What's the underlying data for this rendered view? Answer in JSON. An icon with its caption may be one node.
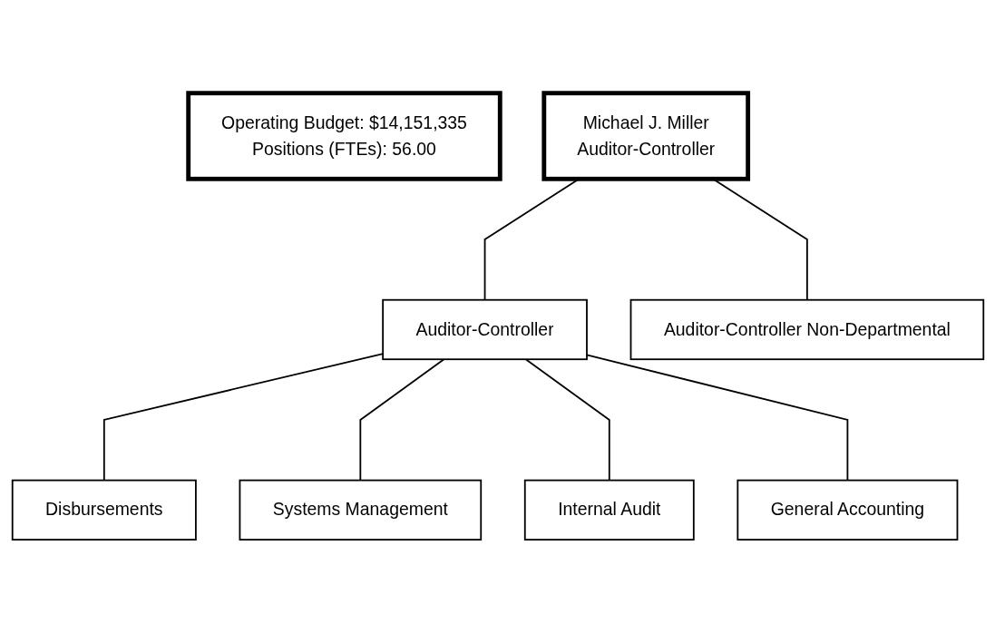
{
  "diagram": {
    "nodes": [
      {
        "text": [
          "Operating Budget: $14,151,335",
          "Positions (FTEs): 56.00"
        ]
      },
      {
        "text": [
          "Michael J. Miller",
          "Auditor-Controller"
        ]
      },
      {
        "text": [
          "Auditor-Controller"
        ]
      },
      {
        "text": [
          "Auditor-Controller Non-Departmental"
        ]
      },
      {
        "text": [
          "Disbursements"
        ]
      },
      {
        "text": [
          "Systems Management"
        ]
      },
      {
        "text": [
          "Internal Audit"
        ]
      },
      {
        "text": [
          "General Accounting"
        ]
      }
    ],
    "edges": [
      {
        "from": 1,
        "to": 2,
        "arrow": "none"
      },
      {
        "from": 1,
        "to": 3,
        "arrow": "none"
      },
      {
        "from": 2,
        "to": 4,
        "arrow": "none"
      },
      {
        "from": 2,
        "to": 5,
        "arrow": "none"
      },
      {
        "from": 2,
        "to": 6,
        "arrow": "none"
      },
      {
        "from": 2,
        "to": 7,
        "arrow": "none"
      }
    ]
  }
}
